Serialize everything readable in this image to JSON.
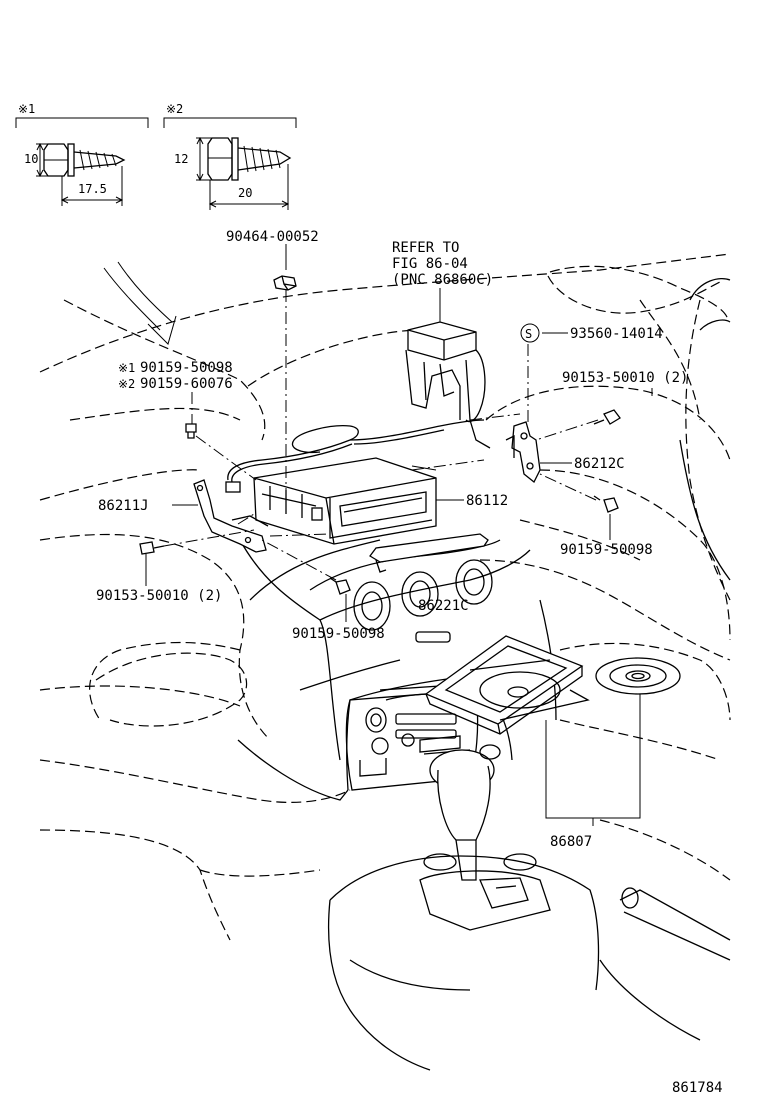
{
  "fasteners": {
    "f1": {
      "mark": "※1",
      "height": "10",
      "length": "17.5"
    },
    "f2": {
      "mark": "※2",
      "height": "12",
      "length": "20"
    }
  },
  "callouts": {
    "p90464": "90464-00052",
    "refer1": "REFER TO",
    "refer2": "FIG 86-04",
    "refer3": "(PNC 86860C)",
    "p93560": "93560-14014",
    "s_mark": "S",
    "mark1": "※1",
    "p90159a": "90159-50098",
    "mark2": "※2",
    "p90159b": "90159-60076",
    "p90153a": "90153-50010 (2)",
    "p86212c": "86212C",
    "p86211j": "86211J",
    "p86112": "86112",
    "p90159c": "90159-50098",
    "p90153b": "90153-50010 (2)",
    "p86221c": "86221C",
    "p90159d": "90159-50098",
    "p86807": "86807"
  },
  "figure_id": "861784"
}
